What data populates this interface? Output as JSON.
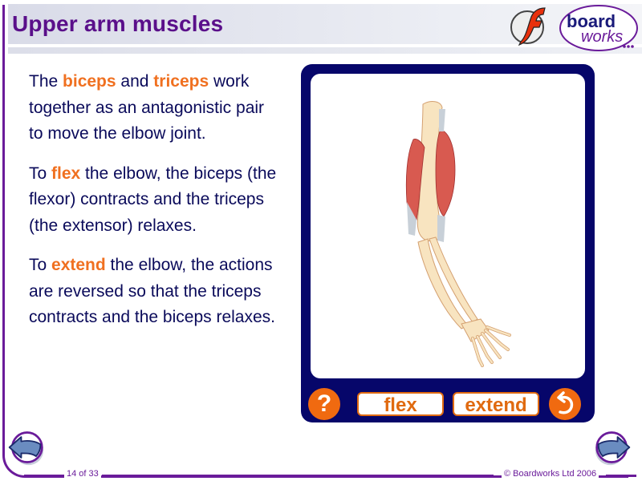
{
  "header": {
    "title": "Upper arm muscles",
    "flash_logo_icon": "flash-logo-icon",
    "brand_logo": {
      "line1": "board",
      "line2": "works"
    }
  },
  "body": {
    "paragraphs": [
      {
        "segments": [
          {
            "text": "The ",
            "highlight": false
          },
          {
            "text": "biceps",
            "highlight": true
          },
          {
            "text": " and ",
            "highlight": false
          },
          {
            "text": "triceps",
            "highlight": true
          },
          {
            "text": " work together as an antagonistic pair to move the elbow joint.",
            "highlight": false
          }
        ]
      },
      {
        "segments": [
          {
            "text": "To ",
            "highlight": false
          },
          {
            "text": "flex",
            "highlight": true
          },
          {
            "text": " the elbow, the biceps (the flexor) contracts and the triceps (the extensor) relaxes.",
            "highlight": false
          }
        ]
      },
      {
        "segments": [
          {
            "text": "To ",
            "highlight": false
          },
          {
            "text": "extend",
            "highlight": true
          },
          {
            "text": " the elbow, the actions are reversed so that the triceps contracts and the biceps relaxes.",
            "highlight": false
          }
        ]
      }
    ]
  },
  "animation_panel": {
    "image_alt": "Arm skeleton with biceps and triceps muscles",
    "help_label": "?",
    "flex_label": "flex",
    "extend_label": "extend",
    "reset_icon": "undo-icon"
  },
  "footer": {
    "page_indicator": "14 of 33",
    "copyright": "© Boardworks Ltd 2006",
    "prev_icon": "arrow-left-icon",
    "next_icon": "arrow-right-icon"
  },
  "colors": {
    "title": "#5a0f8a",
    "body_text": "#0a0a5a",
    "highlight": "#f07020",
    "panel": "#06066a",
    "frame": "#6a1b9a"
  }
}
